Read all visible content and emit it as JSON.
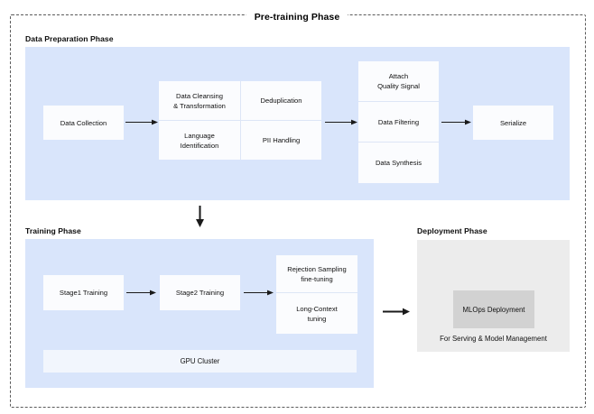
{
  "diagram": {
    "title": "Pre-training Phase",
    "colors": {
      "panel_blue": "#d9e5fb",
      "panel_gray": "#ececec",
      "node_white": "#fbfcfe",
      "gpu_bar": "#f2f6fd",
      "mlops_box": "#d2d2d2",
      "frame_dash": "#5a5a5a",
      "arrow": "#1a1a1a"
    },
    "sections": {
      "data_preparation": {
        "label": "Data Preparation Phase",
        "nodes": {
          "data_collection": "Data Collection",
          "data_cleansing": "Data Cleansing\n& Transformation",
          "deduplication": "Deduplication",
          "language_identification": "Language\nIdentification",
          "pii_handling": "PII Handling",
          "attach_quality_signal": "Attach\nQuality Signal",
          "data_filtering": "Data Filtering",
          "data_synthesis": "Data Synthesis",
          "serialize": "Serialize"
        }
      },
      "training": {
        "label": "Training Phase",
        "nodes": {
          "stage1": "Stage1 Training",
          "stage2": "Stage2 Training",
          "rejection_sampling": "Rejection Sampling\nfine-tuning",
          "long_context": "Long-Context\ntuning",
          "gpu_cluster": "GPU Cluster"
        }
      },
      "deployment": {
        "label": "Deployment Phase",
        "nodes": {
          "mlops_deployment": "MLOps Deployment",
          "caption": "For Serving & Model Management"
        }
      }
    }
  }
}
